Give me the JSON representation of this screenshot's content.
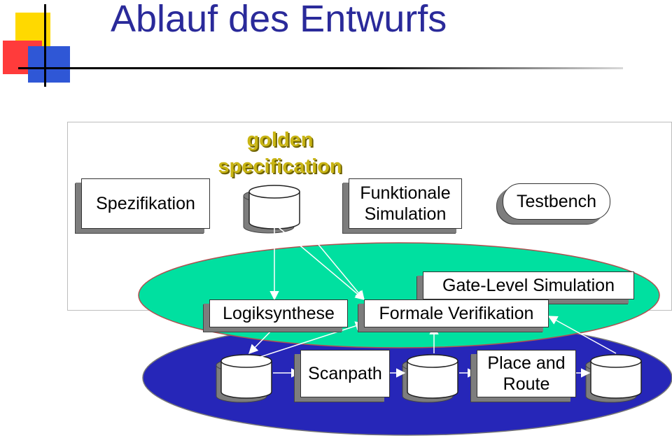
{
  "title": "Ablauf des Entwurfs",
  "golden_spec": {
    "line1": "golden",
    "line2": "specification"
  },
  "boxes": {
    "spezifikation": "Spezifikation",
    "funktionale_simulation": {
      "line1": "Funktionale",
      "line2": "Simulation"
    },
    "testbench": "Testbench",
    "gate_level_simulation": "Gate-Level Simulation",
    "logiksynthese": "Logiksynthese",
    "formale_verifikation": "Formale Verifikation",
    "scanpath": "Scanpath",
    "place_and_route": {
      "line1": "Place and",
      "line2": "Route"
    }
  },
  "colors": {
    "title": "#2a2a9a",
    "green_ellipse": "#00e0a0",
    "blue_ellipse": "#2626b8",
    "golden_text": "#c9b514"
  }
}
